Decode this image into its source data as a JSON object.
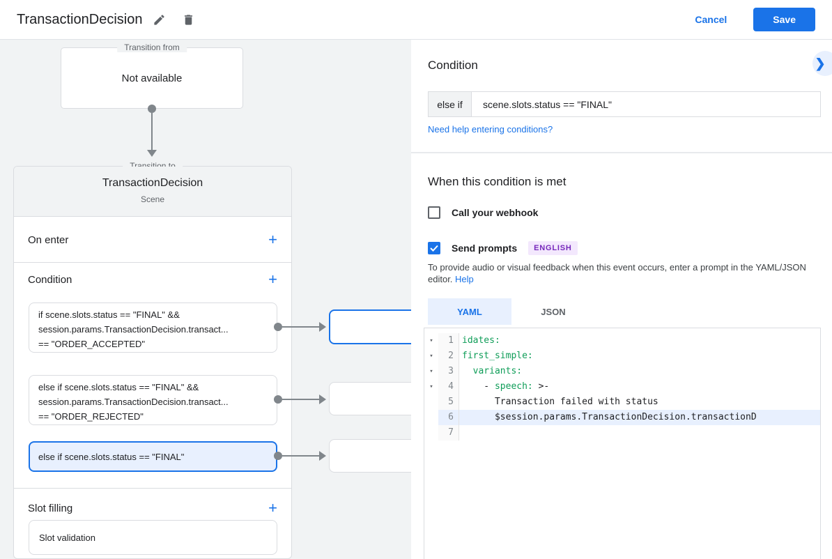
{
  "icons": {
    "add": "+",
    "chevron_right": "❯",
    "fold": "▾"
  },
  "colors": {
    "accent": "#1a73e8",
    "selection_bg": "#e8f0fe",
    "canvas_bg": "#f1f3f4",
    "code_key_green": "#0f9d58",
    "badge_bg": "#f3e8fd",
    "badge_text": "#7627bb"
  },
  "header": {
    "title": "TransactionDecision",
    "cancel_label": "Cancel",
    "save_label": "Save"
  },
  "flow": {
    "transition_from": {
      "label": "Transition from",
      "content": "Not available"
    },
    "transition_to": {
      "label": "Transition to",
      "scene_title": "TransactionDecision",
      "scene_subtitle": "Scene",
      "on_enter_label": "On enter",
      "condition_label": "Condition",
      "slot_filling_label": "Slot filling",
      "conditions": [
        {
          "lines": [
            "if scene.slots.status == \"FINAL\" &&",
            "session.params.TransactionDecision.transact...",
            "== \"ORDER_ACCEPTED\""
          ]
        },
        {
          "lines": [
            "else if scene.slots.status == \"FINAL\" &&",
            "session.params.TransactionDecision.transact...",
            "== \"ORDER_REJECTED\""
          ]
        },
        {
          "lines": [
            "else if scene.slots.status == \"FINAL\""
          ],
          "selected": true
        }
      ],
      "slot_validation_label": "Slot validation"
    }
  },
  "panel": {
    "title": "Condition",
    "condition_prefix": "else if",
    "condition_value": "scene.slots.status == \"FINAL\"",
    "help_link": "Need help entering conditions?",
    "when_met": {
      "title": "When this condition is met",
      "webhook_label": "Call your webhook",
      "webhook_checked": false,
      "prompts_label": "Send prompts",
      "prompts_checked": true,
      "language_badge": "ENGLISH",
      "description": "To provide audio or visual feedback when this event occurs, enter a prompt in the YAML/JSON editor.",
      "help_label": "Help"
    },
    "editor": {
      "tabs": [
        "YAML",
        "JSON"
      ],
      "active_tab": "YAML",
      "lines": [
        {
          "num": "1",
          "fold": true,
          "highlight": false,
          "segments": [
            {
              "text": "idates:",
              "type": "key"
            }
          ]
        },
        {
          "num": "2",
          "fold": true,
          "highlight": false,
          "segments": [
            {
              "text": "first_simple:",
              "type": "key"
            }
          ]
        },
        {
          "num": "3",
          "fold": true,
          "highlight": false,
          "segments": [
            {
              "text": "  ",
              "type": "plain"
            },
            {
              "text": "variants:",
              "type": "key"
            }
          ]
        },
        {
          "num": "4",
          "fold": true,
          "highlight": false,
          "segments": [
            {
              "text": "    - ",
              "type": "plain"
            },
            {
              "text": "speech:",
              "type": "key"
            },
            {
              "text": " >-",
              "type": "plain"
            }
          ]
        },
        {
          "num": "5",
          "fold": false,
          "highlight": false,
          "segments": [
            {
              "text": "      Transaction failed with status",
              "type": "plain"
            }
          ]
        },
        {
          "num": "6",
          "fold": false,
          "highlight": true,
          "segments": [
            {
              "text": "      $session.params.TransactionDecision.transactionD",
              "type": "plain"
            }
          ]
        },
        {
          "num": "7",
          "fold": false,
          "highlight": false,
          "segments": []
        }
      ]
    }
  }
}
